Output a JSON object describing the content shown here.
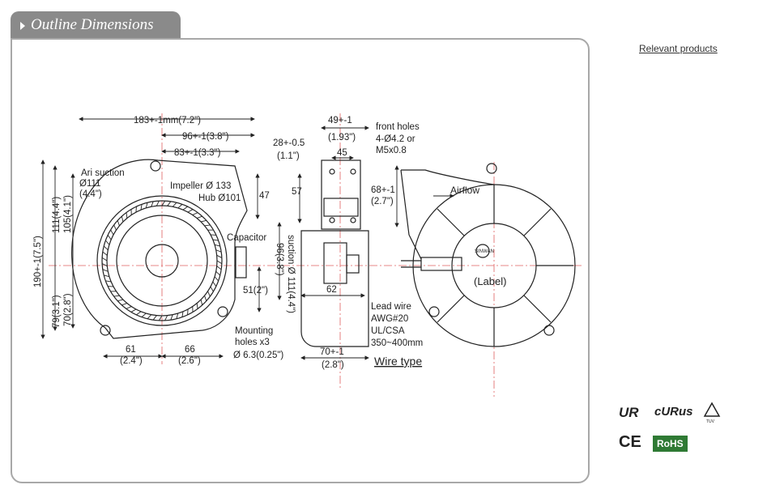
{
  "header": {
    "title": "Outline Dimensions"
  },
  "sidebar": {
    "relevant_products": "Relevant products"
  },
  "drawing": {
    "brand": "SINWAN",
    "label_text": "(Label)",
    "airflow": "Airflow",
    "dims": {
      "width_total": "183+-1mm(7.2\")",
      "d96": "96+-1(3.8\")",
      "d83": "83+-1(3.3\")",
      "air_suction": "Ari suction",
      "air_suction_d": "Ø111",
      "air_suction_in": "(4.4\")",
      "impeller": "Impeller Ø 133",
      "hub": "Hub Ø101",
      "capacitor": "Capacitor",
      "d47": "47",
      "d57": "57",
      "d96v": "96(3.8\")",
      "suction_v": "suction Ø 111(4.4\")",
      "d51": "51(2\")",
      "mounting": "Mounting",
      "holes": "holes x3",
      "hole_d": "Ø 6.3(0.25\")",
      "h190": "190+-1(7.5\")",
      "h111": "111(4.4\")",
      "h105": "105(4.1\")",
      "h79": "79(3.1\")",
      "h70": "70(2.8\")",
      "b61": "61",
      "b61in": "(2.4\")",
      "b66": "66",
      "b66in": "(2.6\")",
      "d49": "49+-1",
      "d49in": "(1.93\")",
      "d28": "28+-0.5",
      "d28in": "(1.1\")",
      "d45": "45",
      "front_holes": "front holes",
      "front_holes2": "4-Ø4.2 or",
      "front_holes3": "M5x0.8",
      "d68": "68+-1",
      "d68in": "(2.7\")",
      "d62": "62",
      "d70": "70+-1",
      "d70in": "(2.8\")",
      "lead": "Lead wire",
      "awg": "AWG#20",
      "ul": "UL/CSA",
      "len": "350~400mm",
      "wire_type": "Wire type"
    }
  },
  "certifications": {
    "ul": "UR",
    "cul": "cURus",
    "tuv": "TUV",
    "ce": "CE",
    "rohs": "RoHS"
  }
}
